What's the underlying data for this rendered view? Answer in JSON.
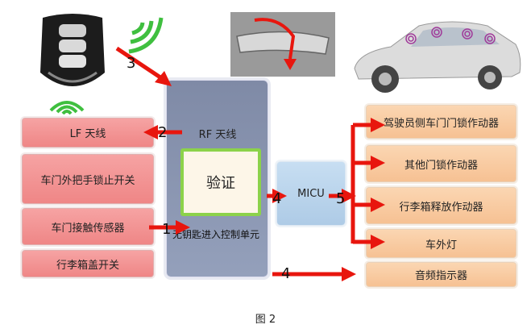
{
  "left_boxes": [
    "LF 天线",
    "车门外把手锁止开关",
    "车门接触传感器",
    "行李箱盖开关"
  ],
  "center": {
    "rf_label": "RF 天线",
    "verify_label": "验证",
    "unit_label": "无钥匙进入控制单元"
  },
  "micu_label": "MICU",
  "right_boxes": [
    "驾驶员侧车门门锁作动器",
    "其他门锁作动器",
    "行李箱释放作动器",
    "车外灯",
    "音频指示器"
  ],
  "step_numbers": [
    "1",
    "2",
    "3",
    "4",
    "4",
    "5"
  ],
  "caption": "图 2",
  "colors": {
    "arrow": "#e8160e",
    "pink": "#f29393",
    "peach": "#f8c89a",
    "center": "#8893ad",
    "micu": "#bcd6ec",
    "verify_border": "#8cd24a"
  }
}
